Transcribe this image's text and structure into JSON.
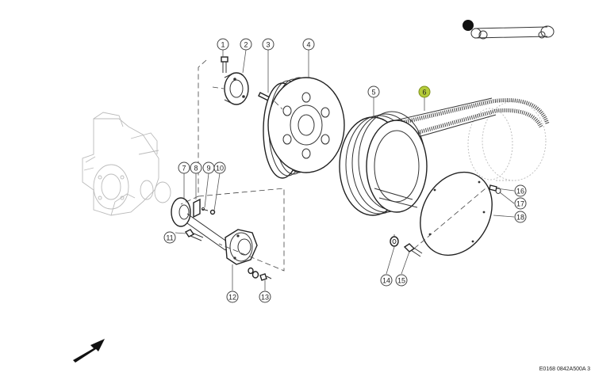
{
  "callouts": [
    {
      "n": "1"
    },
    {
      "n": "2"
    },
    {
      "n": "3"
    },
    {
      "n": "4"
    },
    {
      "n": "5"
    },
    {
      "n": "6",
      "highlight": true
    },
    {
      "n": "7"
    },
    {
      "n": "8"
    },
    {
      "n": "9"
    },
    {
      "n": "10"
    },
    {
      "n": "11"
    },
    {
      "n": "12"
    },
    {
      "n": "13"
    },
    {
      "n": "14"
    },
    {
      "n": "15"
    },
    {
      "n": "16"
    },
    {
      "n": "17"
    },
    {
      "n": "18"
    }
  ],
  "reference_code": "E0168 0842A500A 3",
  "colors": {
    "highlight": "#b5cc3a",
    "line": "#333333"
  },
  "icons": {
    "orientation": "machine-position-icon",
    "direction": "direction-arrow-icon"
  }
}
